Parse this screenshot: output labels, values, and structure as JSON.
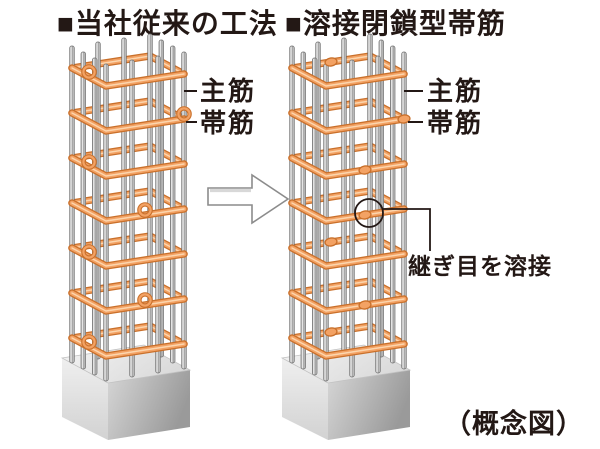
{
  "titles": {
    "left": "■当社従来の工法",
    "right": "■溶接閉鎖型帯筋"
  },
  "labels": {
    "left_main_bar": "主筋",
    "left_hoop": "帯筋",
    "right_main_bar": "主筋",
    "right_hoop": "帯筋",
    "weld_note": "継ぎ目を溶接",
    "caption": "（概念図）"
  },
  "icons": {
    "transform_arrow": "right-arrow-icon",
    "weld_marker": "circle-annotation"
  },
  "colors": {
    "background": "#ffffff",
    "text_black": "#231815",
    "hoop_orange": "#f3a264",
    "hoop_outline": "#c9702b",
    "hoop_highlight": "#fcd6ae",
    "rebar_gray": "#c0c0c0",
    "rebar_outline": "#6d6d6d",
    "concrete_light": "#efefef",
    "concrete_dark": "#9a9a9a",
    "arrow_outline": "#8c8c8c"
  }
}
